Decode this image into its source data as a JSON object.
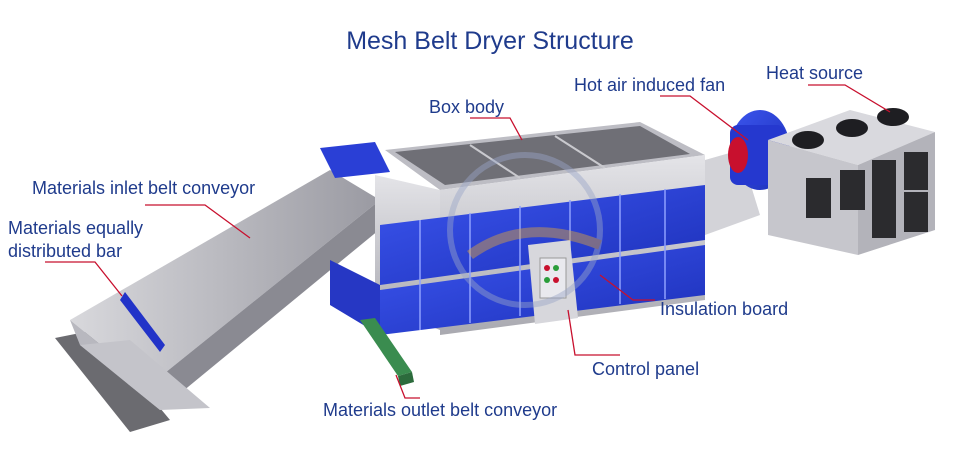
{
  "title": "Mesh Belt Dryer Structure",
  "labels": {
    "box_body": "Box body",
    "hot_air_fan": "Hot air induced fan",
    "heat_source": "Heat source",
    "inlet_conveyor": "Materials inlet belt conveyor",
    "distributed_bar_1": "Materials equally",
    "distributed_bar_2": "distributed bar",
    "insulation_board": "Insulation board",
    "control_panel": "Control panel",
    "outlet_conveyor": "Materials outlet belt conveyor"
  },
  "colors": {
    "title": "#1f3b8c",
    "label": "#1f3b8c",
    "leader_line": "#c8102e",
    "panel_blue": "#2a3fd6",
    "frame_grey": "#c8c8cc",
    "dark_unit": "#2b2b2e"
  }
}
